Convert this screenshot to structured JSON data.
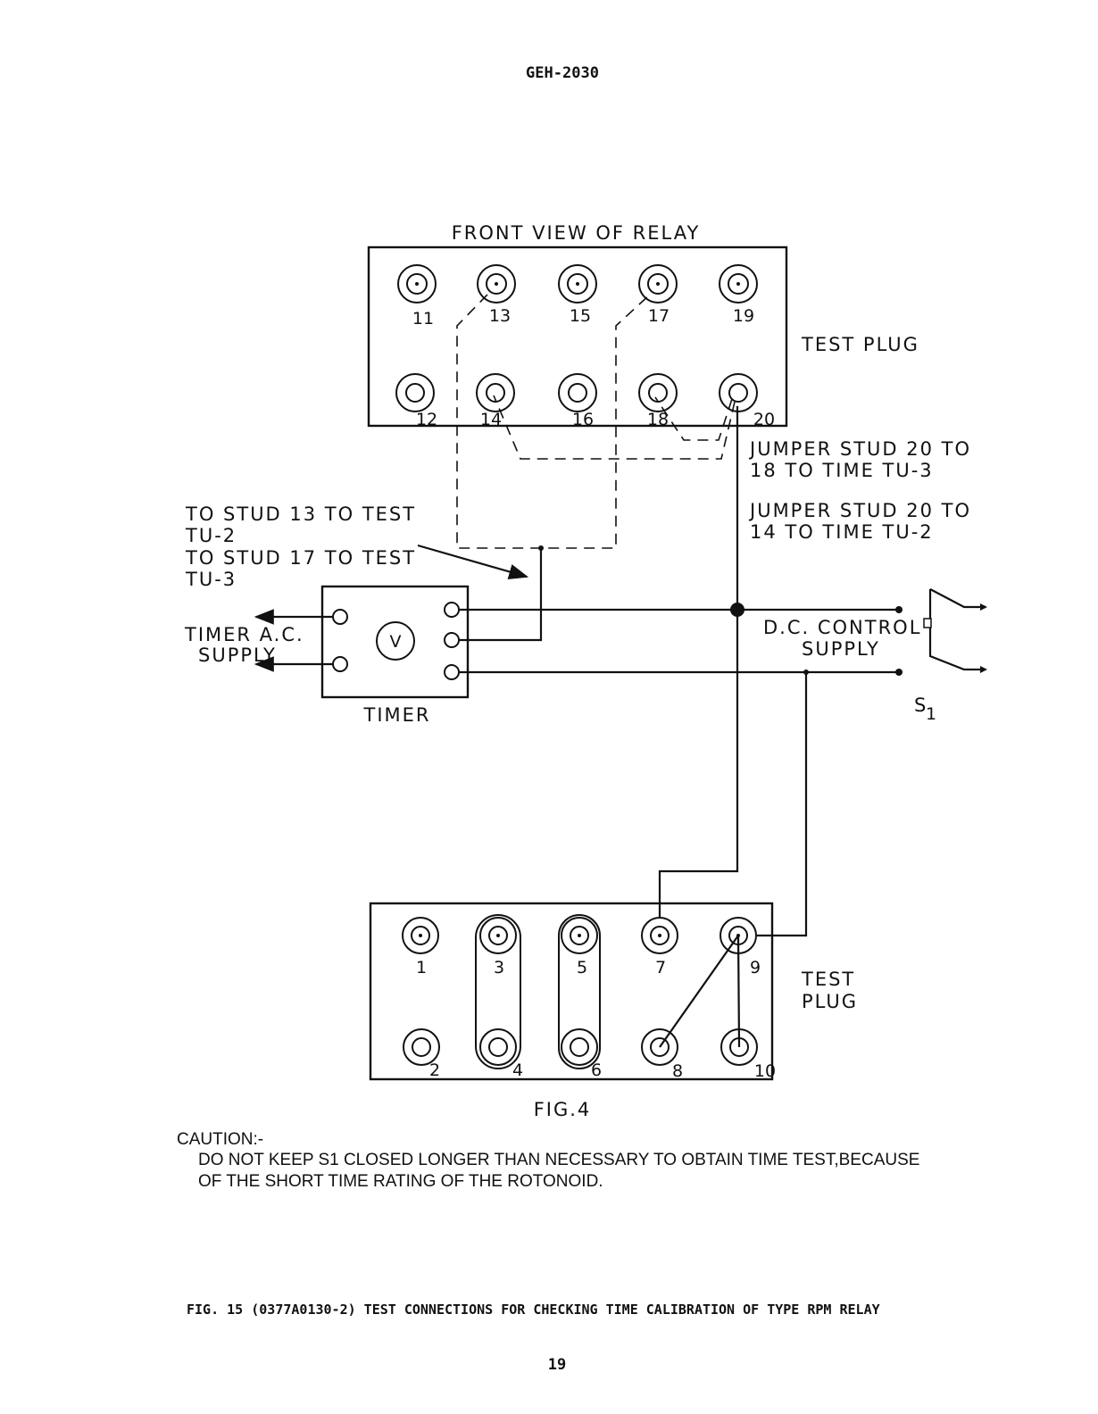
{
  "header": {
    "doc_id": "GEH-2030"
  },
  "relay_view": {
    "title": "FRONT VIEW OF RELAY",
    "plug_label": "TEST PLUG",
    "top_studs": [
      "11",
      "13",
      "15",
      "17",
      "19"
    ],
    "bottom_studs": [
      "12",
      "14",
      "16",
      "18",
      "20"
    ]
  },
  "jumpers": {
    "tu3": [
      "JUMPER STUD 20 TO",
      "18 TO TIME TU-3"
    ],
    "tu2": [
      "JUMPER STUD 20 TO",
      "14 TO TIME TU-2"
    ]
  },
  "stud_note": [
    "TO STUD 13 TO TEST",
    "TU-2",
    "TO STUD 17 TO TEST",
    "TU-3"
  ],
  "timer": {
    "label": "TIMER",
    "supply_label": [
      "TIMER A.C.",
      "SUPPLY"
    ],
    "meter_symbol": "V"
  },
  "dc_supply": {
    "label": [
      "D.C. CONTROL",
      "SUPPLY"
    ],
    "switch_label": "S",
    "switch_sub": "1"
  },
  "lower_plug": {
    "label": [
      "TEST",
      "PLUG"
    ],
    "top_studs": [
      "1",
      "3",
      "5",
      "7",
      "9"
    ],
    "bottom_studs": [
      "2",
      "4",
      "6",
      "8",
      "10"
    ]
  },
  "figure_label": "FIG.4",
  "caution": {
    "heading": "CAUTION:-",
    "lines": [
      "DO NOT KEEP S1 CLOSED LONGER THAN NECESSARY TO OBTAIN TIME TEST,BECAUSE",
      "OF THE SHORT TIME RATING OF THE ROTONOID."
    ]
  },
  "caption": "FIG. 15 (0377A0130-2) TEST CONNECTIONS FOR CHECKING TIME CALIBRATION OF TYPE RPM RELAY",
  "page_number": "19"
}
